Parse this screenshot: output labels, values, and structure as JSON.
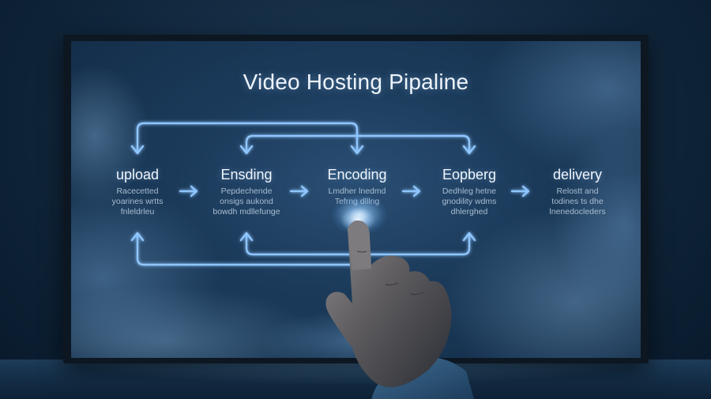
{
  "title": "Video Hosting Pipaline",
  "stages": [
    {
      "label": "upload",
      "description": [
        "Racecetted",
        "yoarines wrtts",
        "fnleldrleu"
      ]
    },
    {
      "label": "Ensding",
      "description": [
        "Pepdechende",
        "onsigs aukond",
        "bowdh mdllefunge"
      ]
    },
    {
      "label": "Encoding",
      "description": [
        "Lmdher lnedmd",
        "Tefrng dlllng"
      ]
    },
    {
      "label": "Eopberg",
      "description": [
        "Dedhleg hetne",
        "gnodility wdms",
        "dhlerghed"
      ]
    },
    {
      "label": "delivery",
      "description": [
        "Relostt and",
        "todines ts dhe",
        "lnenedocleders"
      ]
    }
  ],
  "colors": {
    "flow_line": "#8fc6ff",
    "screen_base": "#1b3a5a",
    "glow": "#cfe8ff"
  },
  "icons": {
    "arrow": "right-arrow-icon",
    "loop": "loop-arrow-icon"
  }
}
